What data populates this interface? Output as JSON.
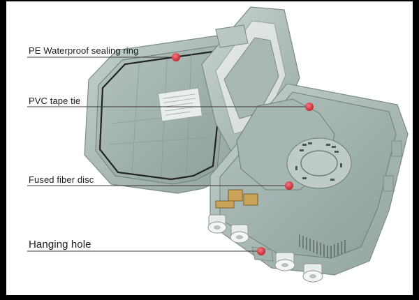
{
  "callouts": {
    "sealing_ring": "PE Waterproof sealing ring",
    "tape_tie": "PVC tape tie",
    "fiber_disc": "Fused fiber disc",
    "hanging_hole": "Hanging hole"
  },
  "colors": {
    "background": "#ffffff",
    "border": "#000000",
    "enclosure": "#a9b8b4",
    "marker": "#d6333c",
    "leader_line": "#3a3a3a"
  }
}
